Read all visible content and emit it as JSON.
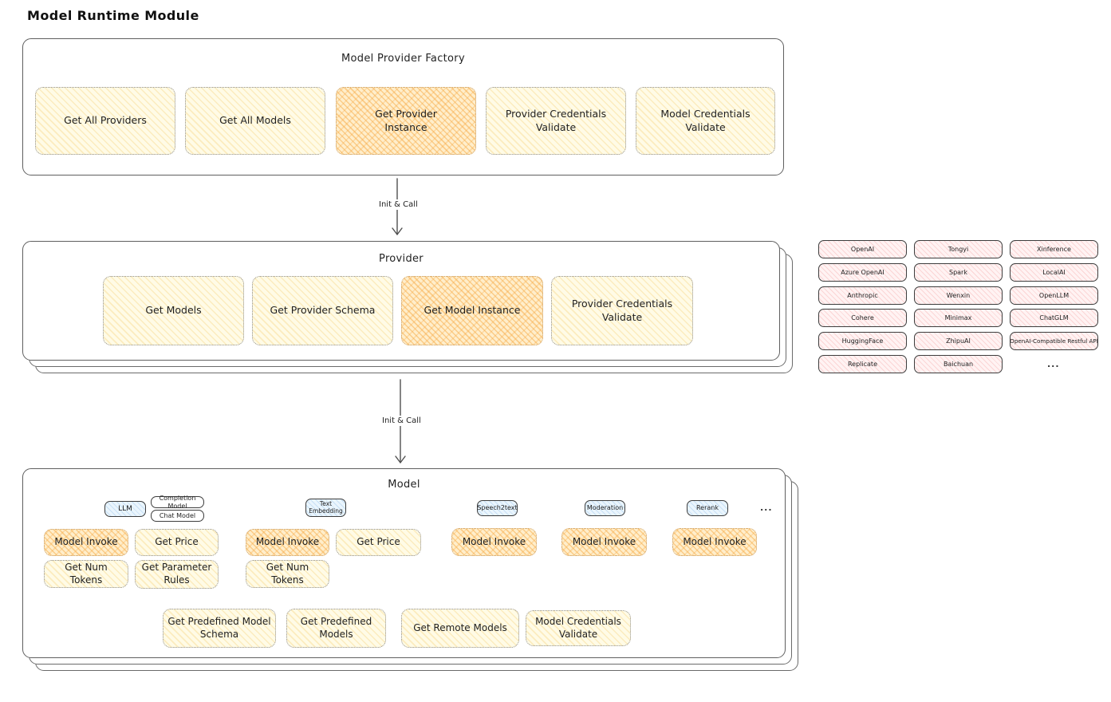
{
  "title": "Model Runtime Module",
  "factory": {
    "label": "Model Provider Factory",
    "boxes": [
      {
        "label": "Get All Providers",
        "highlight": false
      },
      {
        "label": "Get All Models",
        "highlight": false
      },
      {
        "label": "Get Provider Instance",
        "highlight": true
      },
      {
        "label": "Provider Credentials Validate",
        "highlight": false
      },
      {
        "label": "Model Credentials Validate",
        "highlight": false
      }
    ]
  },
  "arrow1": {
    "label": "Init & Call"
  },
  "arrow2": {
    "label": "Init & Call"
  },
  "provider": {
    "label": "Provider",
    "boxes": [
      {
        "label": "Get Models",
        "highlight": false
      },
      {
        "label": "Get Provider Schema",
        "highlight": false
      },
      {
        "label": "Get Model Instance",
        "highlight": true
      },
      {
        "label": "Provider Credentials Validate",
        "highlight": false
      }
    ]
  },
  "providers": {
    "items": [
      "OpenAI",
      "Azure OpenAI",
      "Anthropic",
      "Cohere",
      "HuggingFace",
      "Replicate",
      "Tongyi",
      "Spark",
      "Wenxin",
      "Minimax",
      "ZhipuAI",
      "Baichuan",
      "Xinference",
      "LocalAI",
      "OpenLLM",
      "ChatGLM",
      "OpenAI-Compatible Restful API"
    ],
    "ellipsis": "..."
  },
  "model": {
    "label": "Model",
    "tags": {
      "llm": "LLM",
      "completion": "Completion Model",
      "chat": "Chat Model",
      "text_embedding": "Text Embedding",
      "speech2text": "Speech2text",
      "moderation": "Moderation",
      "rerank": "Rerank",
      "ellipsis": "..."
    },
    "llm_boxes": [
      {
        "label": "Model Invoke",
        "highlight": true
      },
      {
        "label": "Get Price",
        "highlight": false
      },
      {
        "label": "Get Num Tokens",
        "highlight": false
      },
      {
        "label": "Get Parameter Rules",
        "highlight": false
      }
    ],
    "embedding_boxes": [
      {
        "label": "Model Invoke",
        "highlight": true
      },
      {
        "label": "Get Price",
        "highlight": false
      },
      {
        "label": "Get Num Tokens",
        "highlight": false
      }
    ],
    "speech_boxes": [
      {
        "label": "Model Invoke",
        "highlight": true
      }
    ],
    "moderation_boxes": [
      {
        "label": "Model Invoke",
        "highlight": true
      }
    ],
    "rerank_boxes": [
      {
        "label": "Model Invoke",
        "highlight": true
      }
    ],
    "bottom_boxes": [
      {
        "label": "Get Predefined Model Schema"
      },
      {
        "label": "Get Predefined Models"
      },
      {
        "label": "Get Remote Models"
      },
      {
        "label": "Model Credentials Validate"
      }
    ]
  },
  "colors": {
    "highlight_orange": "#f7a73e",
    "cream": "#fff9e0",
    "pink": "#ffdede",
    "blue": "#dceefb",
    "ink": "#1f1f1f",
    "line": "#5f5f5f"
  }
}
